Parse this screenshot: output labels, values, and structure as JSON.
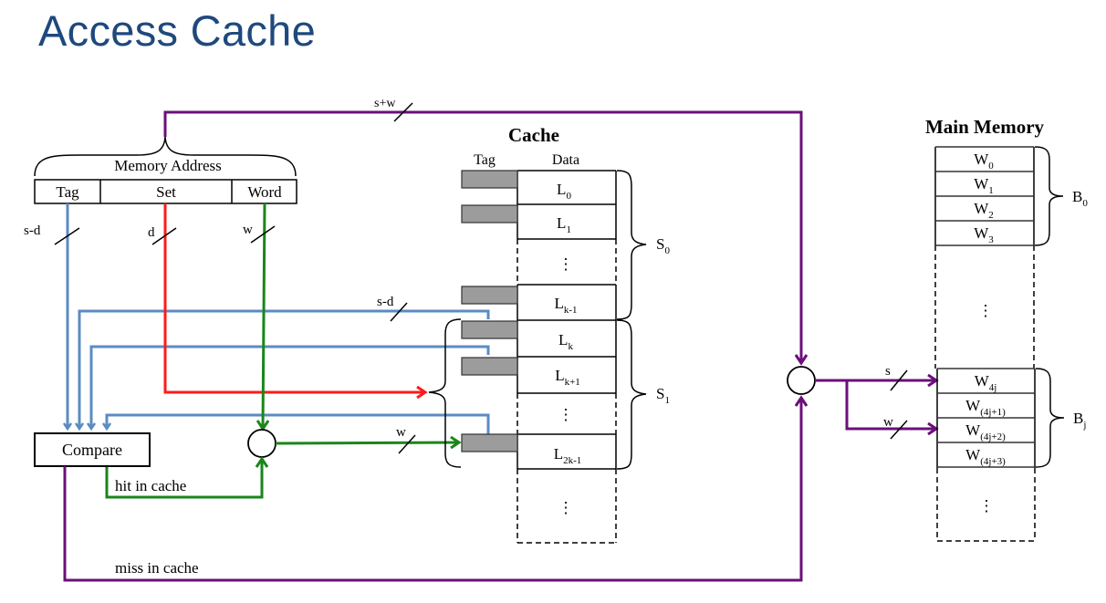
{
  "title": "Access Cache",
  "colors": {
    "title": "#1f497d",
    "tag_path": "#5b8bc2",
    "set_path": "#ff1a1a",
    "word_path": "#1a861a",
    "memory_path": "#6b0f7a",
    "tag_cell": "#9c9c9c"
  },
  "address": {
    "label": "Memory Address",
    "fields": [
      "Tag",
      "Set",
      "Word"
    ],
    "widths": {
      "tag": "s-d",
      "set": "d",
      "word": "w"
    },
    "total_width": "s+w"
  },
  "cache": {
    "title": "Cache",
    "col_tag": "Tag",
    "col_data": "Data",
    "lines": [
      {
        "base": "L",
        "sub": "0"
      },
      {
        "base": "L",
        "sub": "1"
      },
      {
        "base": "L",
        "sub": "k-1"
      },
      {
        "base": "L",
        "sub": "k"
      },
      {
        "base": "L",
        "sub": "k+1"
      },
      {
        "base": "L",
        "sub": "2k-1"
      }
    ],
    "sets": [
      {
        "base": "S",
        "sub": "0"
      },
      {
        "base": "S",
        "sub": "1"
      }
    ],
    "ellipsis": "⋮",
    "tag_bus_label": "s-d",
    "word_bus_label": "w"
  },
  "compare": {
    "label": "Compare",
    "hit_label": "hit in cache",
    "miss_label": "miss in cache"
  },
  "main_memory": {
    "title": "Main Memory",
    "words_b0": [
      {
        "base": "W",
        "sub": "0"
      },
      {
        "base": "W",
        "sub": "1"
      },
      {
        "base": "W",
        "sub": "2"
      },
      {
        "base": "W",
        "sub": "3"
      }
    ],
    "words_bj": [
      {
        "base": "W",
        "sub": "4j"
      },
      {
        "base": "W",
        "sub": "(4j+1)"
      },
      {
        "base": "W",
        "sub": "(4j+2)"
      },
      {
        "base": "W",
        "sub": "(4j+3)"
      }
    ],
    "blocks": [
      {
        "base": "B",
        "sub": "0"
      },
      {
        "base": "B",
        "sub": "j"
      }
    ],
    "ellipsis": "⋮",
    "s_bus_label": "s",
    "w_bus_label": "w"
  }
}
